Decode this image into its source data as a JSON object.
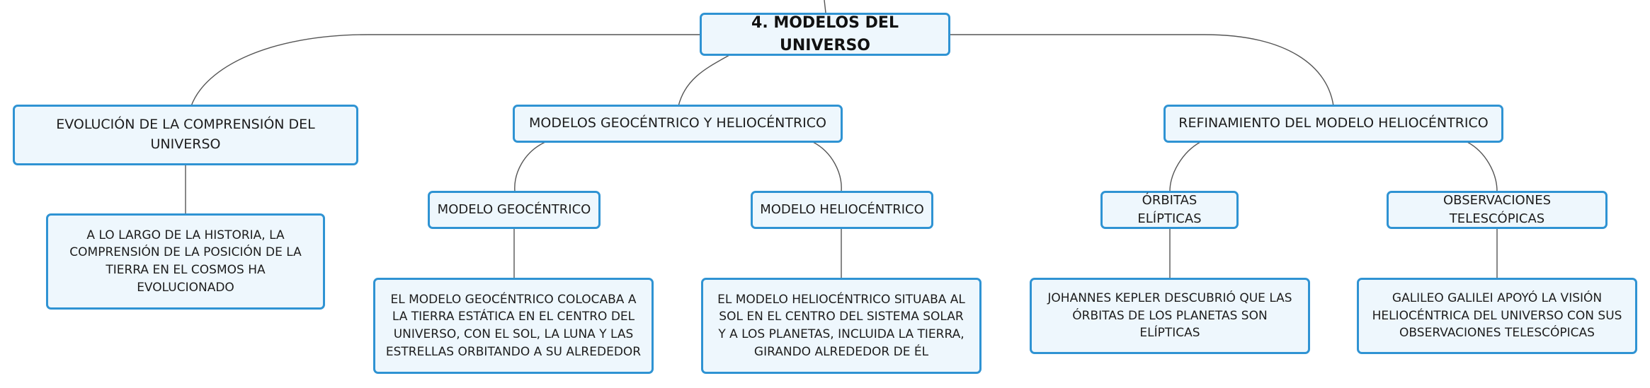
{
  "root": {
    "title": "4. MODELOS DEL UNIVERSO"
  },
  "branches": {
    "evolucion": {
      "label": "EVOLUCIÓN DE LA COMPRENSIÓN DEL UNIVERSO",
      "detail": "A LO LARGO DE LA HISTORIA, LA COMPRENSIÓN DE LA POSICIÓN DE LA TIERRA EN EL COSMOS HA EVOLUCIONADO"
    },
    "modelos": {
      "label": "MODELOS GEOCÉNTRICO Y HELIOCÉNTRICO",
      "geocentrico": {
        "label": "MODELO GEOCÉNTRICO",
        "detail": "EL MODELO GEOCÉNTRICO COLOCABA A LA TIERRA ESTÁTICA EN EL CENTRO DEL UNIVERSO, CON EL SOL, LA LUNA Y LAS ESTRELLAS ORBITANDO A SU ALREDEDOR"
      },
      "heliocentrico": {
        "label": "MODELO HELIOCÉNTRICO",
        "detail": "EL MODELO HELIOCÉNTRICO SITUABA AL SOL EN EL CENTRO DEL SISTEMA SOLAR Y A LOS PLANETAS, INCLUIDA LA TIERRA, GIRANDO ALREDEDOR DE ÉL"
      }
    },
    "refinamiento": {
      "label": "REFINAMIENTO DEL MODELO HELIOCÉNTRICO",
      "orbitas": {
        "label": "ÓRBITAS ELÍPTICAS",
        "detail": "JOHANNES KEPLER DESCUBRIÓ QUE LAS ÓRBITAS DE LOS PLANETAS SON ELÍPTICAS"
      },
      "observaciones": {
        "label": "OBSERVACIONES TELESCÓPICAS",
        "detail": "GALILEO GALILEI APOYÓ LA VISIÓN HELIOCÉNTRICA DEL UNIVERSO CON SUS OBSERVACIONES TELESCÓPICAS"
      }
    }
  },
  "colors": {
    "border": "#2f93d3",
    "fill": "#eef7fd",
    "line": "#555555"
  }
}
